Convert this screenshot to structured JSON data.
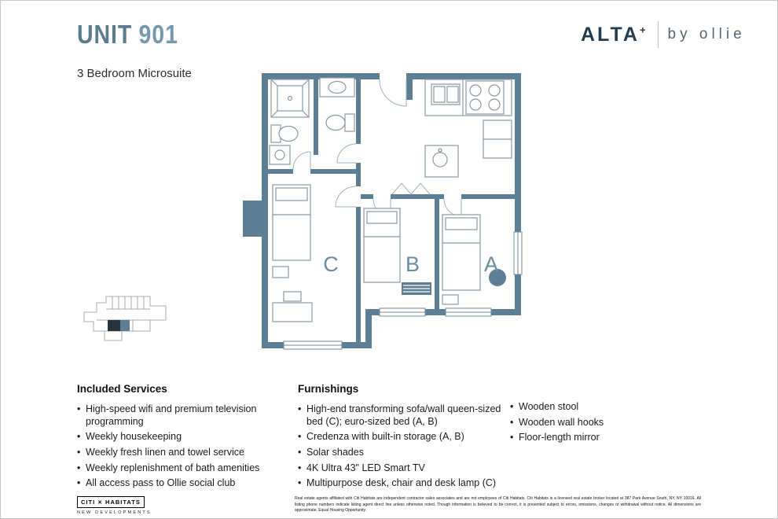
{
  "header": {
    "unit_label": "UNIT",
    "unit_number": "901",
    "subtitle": "3 Bedroom Microsuite"
  },
  "brand": {
    "name": "ALTA",
    "plus": "+",
    "byline": "by ollie"
  },
  "floorplan": {
    "rooms": [
      "C",
      "B",
      "A"
    ]
  },
  "included_services": {
    "heading": "Included Services",
    "items": [
      "High-speed wifi and premium television programming",
      "Weekly housekeeping",
      "Weekly fresh linen and towel service",
      "Weekly replenishment of bath amenities",
      "All access pass to Ollie social club"
    ]
  },
  "furnishings": {
    "heading": "Furnishings",
    "col1": [
      "High-end transforming sofa/wall queen-sized bed (C); euro-sized bed (A, B)",
      "Credenza with built-in storage (A, B)",
      "Solar shades",
      "4K Ultra 43\" LED Smart TV",
      "Multipurpose desk, chair and desk lamp (C)"
    ],
    "col2": [
      "Wooden stool",
      "Wooden wall hooks",
      "Floor-length mirror"
    ]
  },
  "footer": {
    "citi": "CITI",
    "x_mark": "✕",
    "habitats": "HABITATS",
    "tagline": "NEW DEVELOPMENTS",
    "legal": "Real estate agents affiliated with Citi Habitats are independent contractor sales associates and are not employees of Citi Habitats. Citi Habitats is a licensed real estate broker located at 387 Park Avenue South, NY, NY 10016. All listing phone numbers indicate listing agent direct line unless otherwise noted. Though information is believed to be correct, it is presented subject to errors, omissions, changes or withdrawal without notice. All dimensions are approximate. Equal Housing Opportunity."
  },
  "colors": {
    "wall_slate": "#5d7f95",
    "room_label": "#6a8ba0",
    "brand_navy": "#243c4d",
    "unit_label": "#5c7b8e",
    "unit_number": "#7499ad"
  }
}
